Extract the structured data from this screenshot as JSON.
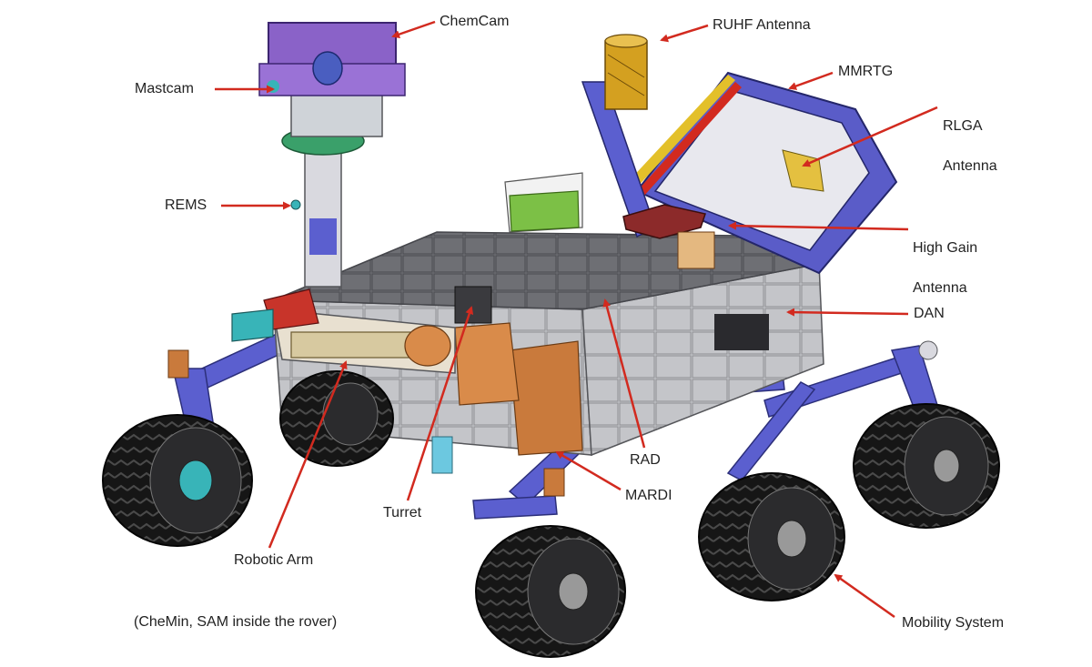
{
  "colors": {
    "leader": "#d22a1f",
    "label": "#222222",
    "tire": "#111111",
    "tread": "#3a3a3a",
    "deck": "#6d6e73",
    "body_gray": "#bfc0c4",
    "blue": "#5b5fcf",
    "purple": "#8a62c8",
    "teal": "#38b4b8",
    "orange": "#c97a3c",
    "green": "#7cc046",
    "yellow": "#e3c02a",
    "rhga_red": "#8c2a2a"
  },
  "labels": {
    "chemcam": "ChemCam",
    "ruhf": "RUHF Antenna",
    "mastcam": "Mastcam",
    "mmrtg": "MMRTG",
    "rlga_1": "RLGA",
    "rlga_2": "Antenna",
    "rems": "REMS",
    "hga_1": "High Gain",
    "hga_2": "Antenna",
    "dan": "DAN",
    "rad": "RAD",
    "mardi": "MARDI",
    "turret": "Turret",
    "arm": "Robotic Arm",
    "mobility": "Mobility System",
    "note": "(CheMin, SAM inside the rover)"
  },
  "icons": {
    "leader": "arrow-icon",
    "wheel": "wheel-icon",
    "mast": "mast-icon"
  }
}
